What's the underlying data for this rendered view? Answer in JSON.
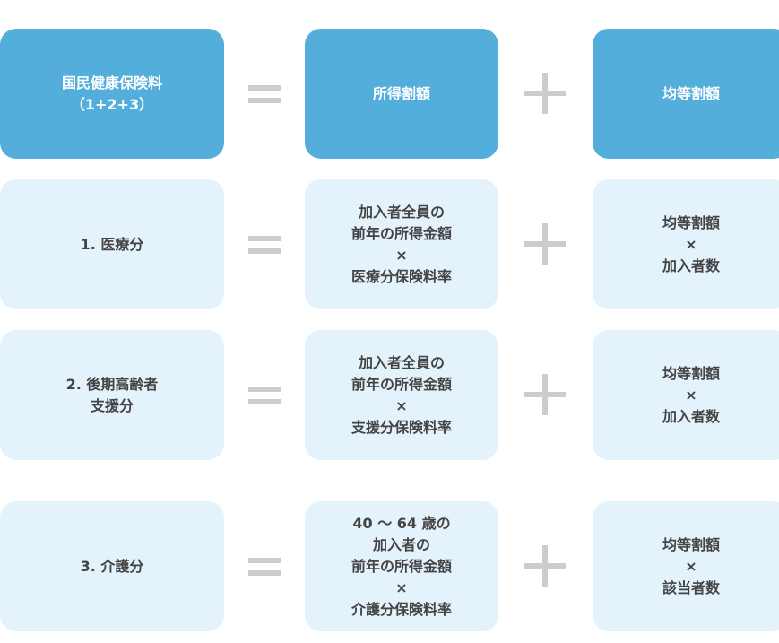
{
  "header": {
    "total": "国民健康保険料\n（1+2+3）",
    "income": "所得割額",
    "per_capita": "均等割額"
  },
  "rows": [
    {
      "label": "1. 医療分",
      "income": "加入者全員の\n前年の所得金額\n×\n医療分保険料率",
      "per_capita": "均等割額\n×\n加入者数"
    },
    {
      "label": "2. 後期高齢者\n支援分",
      "income": "加入者全員の\n前年の所得金額\n×\n支援分保険料率",
      "per_capita": "均等割額\n×\n加入者数"
    },
    {
      "label": "3. 介護分",
      "income": "40 ～ 64 歳の\n加入者の\n前年の所得金額\n×\n介護分保険料率",
      "per_capita": "均等割額\n×\n該当者数"
    }
  ],
  "colors": {
    "header": "#53aedc",
    "cell": "#e4f2fb",
    "operator": "#cccccc",
    "text": "#444444"
  }
}
